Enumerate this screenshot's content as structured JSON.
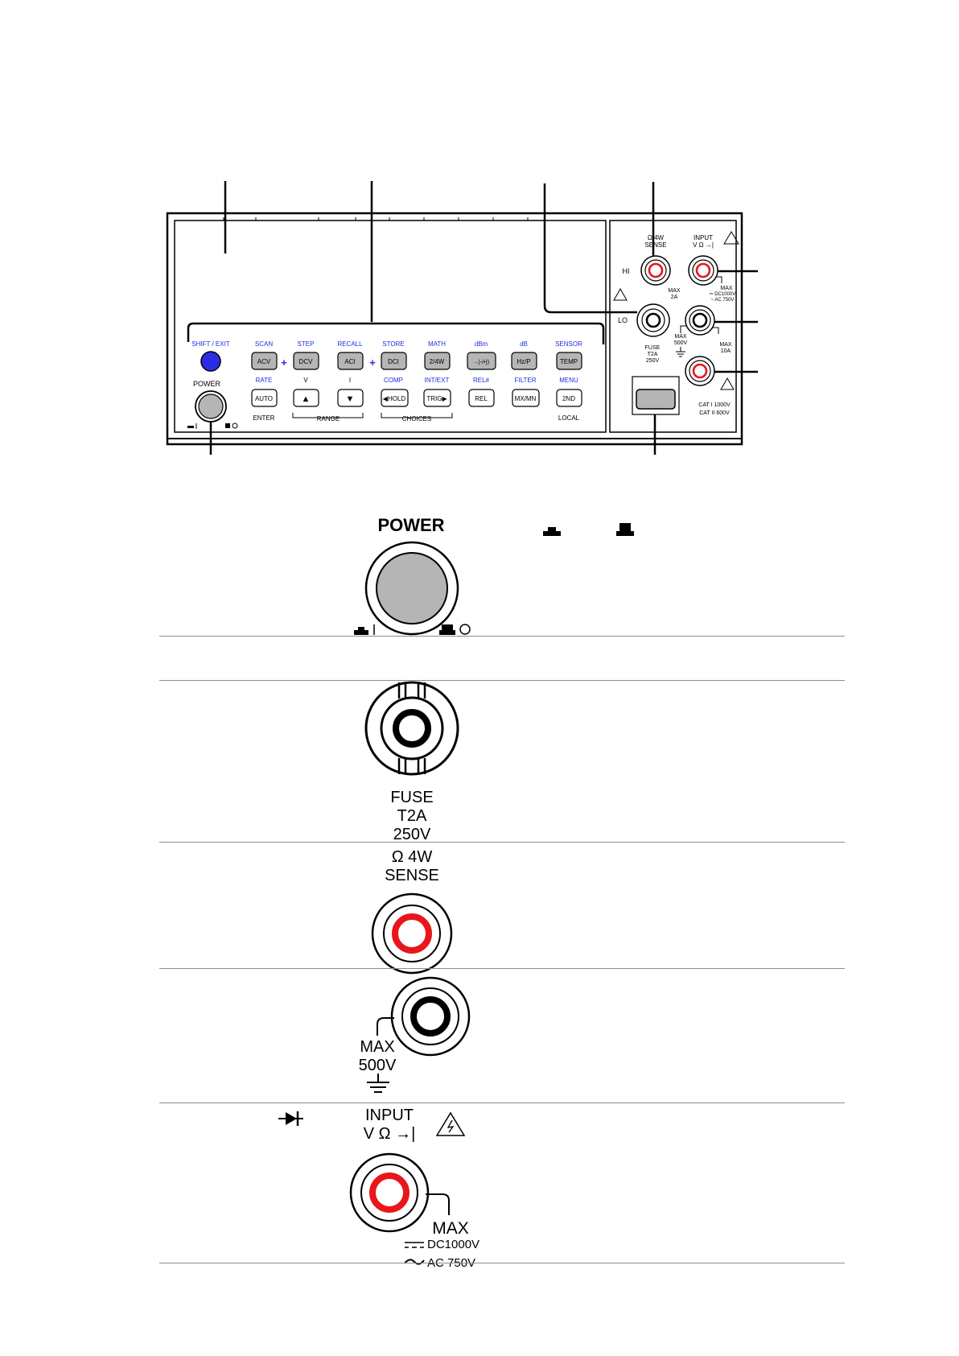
{
  "panel": {
    "keys_top": [
      {
        "label": "ACV",
        "shift": "SCAN"
      },
      {
        "label": "DCV",
        "shift": "STEP"
      },
      {
        "label": "ACI",
        "shift": "RECALL"
      },
      {
        "label": "DCI",
        "shift": "STORE"
      },
      {
        "label": "2/4W",
        "shift": "MATH"
      },
      {
        "label": "→|-/•))",
        "shift": "dBm"
      },
      {
        "label": "Hz/P",
        "shift": "dB"
      },
      {
        "label": "TEMP",
        "shift": "SENSOR"
      }
    ],
    "keys_bottom": [
      {
        "label": "AUTO",
        "shift": "RATE",
        "below": "ENTER"
      },
      {
        "label": "▲",
        "shift": "V",
        "below": ""
      },
      {
        "label": "▼",
        "shift": "I",
        "below": ""
      },
      {
        "label": "◀HOLD",
        "shift": "COMP",
        "below": ""
      },
      {
        "label": "TRIG▶",
        "shift": "INT/EXT",
        "below": ""
      },
      {
        "label": "REL",
        "shift": "REL#",
        "below": ""
      },
      {
        "label": "MX/MN",
        "shift": "FILTER",
        "below": ""
      },
      {
        "label": "2ND",
        "shift": "MENU",
        "below": "LOCAL"
      }
    ],
    "plus": "+",
    "shift_ext": "SHIFT / EXIT",
    "power": "POWER",
    "range": "RANGE",
    "choices": "CHOICES",
    "sense_line1": "Ω  4W",
    "sense_line2": "SENSE",
    "hi": "HI",
    "lo": "LO",
    "input_line1": "INPUT",
    "input_line2": "V Ω →|",
    "max_dc": "MAX",
    "max_dc_line2": "⎓ DC1000V",
    "max_dc_line3": "~ AC  750V",
    "max_2a": "MAX",
    "max_2a_line2": "2A",
    "max_500v": "MAX",
    "max_500v_line2": "500V",
    "max_10a": "MAX",
    "max_10a_line2": "10A",
    "fuse": "FUSE",
    "fuse_line2": "T2A",
    "fuse_line3": "250V",
    "cat1": "CAT I   1000V",
    "cat2": "CAT II   600V"
  },
  "rows": {
    "power_title": "POWER",
    "fuse": [
      "FUSE",
      "T2A",
      "250V"
    ],
    "sense": [
      "Ω  4W",
      "SENSE"
    ],
    "lo_max": [
      "MAX",
      "500V"
    ],
    "input": [
      "INPUT",
      "V Ω →|"
    ],
    "input_max": "MAX",
    "input_dc": "DC1000V",
    "input_ac": "AC  750V"
  }
}
